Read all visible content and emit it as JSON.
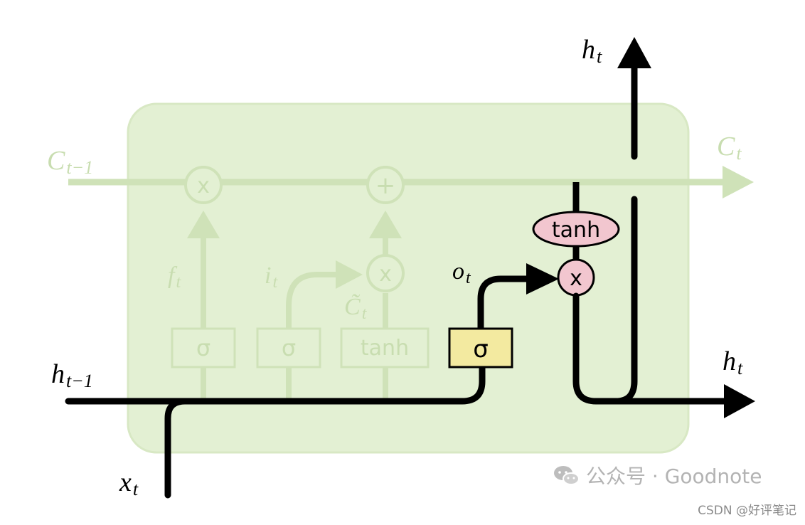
{
  "labels": {
    "c_prev": "C",
    "c_prev_sub": "t−1",
    "c_next": "C",
    "c_next_sub": "t",
    "h_top": "h",
    "h_top_sub": "t",
    "h_right": "h",
    "h_right_sub": "t",
    "h_prev": "h",
    "h_prev_sub": "t−1",
    "x_t": "x",
    "x_t_sub": "t",
    "f_t": "f",
    "f_t_sub": "t",
    "i_t": "i",
    "i_t_sub": "t",
    "c_tilde": "C̃",
    "c_tilde_sub": "t",
    "o_t": "o",
    "o_t_sub": "t"
  },
  "ops": {
    "multiply": "x",
    "add": "+",
    "sigma": "σ",
    "tanh": "tanh"
  },
  "watermark": {
    "primary": "公众号 · Goodnote",
    "secondary": "CSDN @好评笔记"
  },
  "colors": {
    "cell_bg": "#e3f0d3",
    "faded": "#cfe2b8",
    "faded_text": "#c8ddb0",
    "active": "#000000",
    "sigma_fill": "#f3eaa0",
    "tanh_fill": "#f2c6cf"
  }
}
